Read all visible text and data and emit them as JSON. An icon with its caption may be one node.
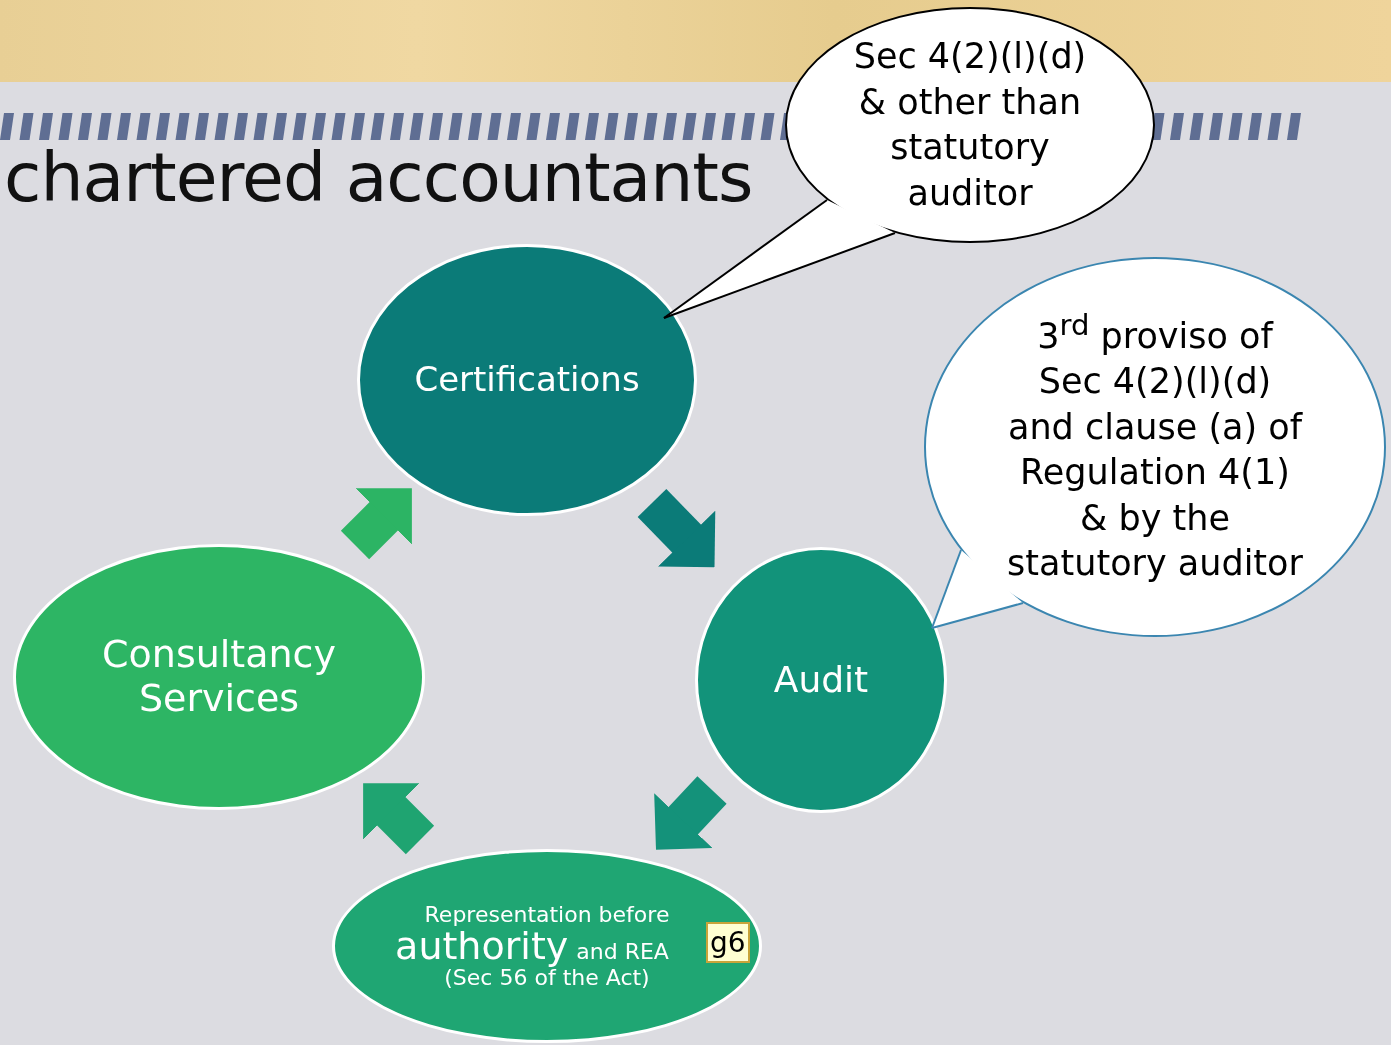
{
  "diagram": {
    "title": "chartered accountants",
    "nodes": [
      {
        "text": [
          "Certifications"
        ]
      },
      {
        "text": [
          "Audit"
        ]
      },
      {
        "text": [
          "Representation before",
          "authority",
          "and REA",
          "(Sec 56 of the Act)"
        ]
      },
      {
        "text": [
          "Consultancy Services"
        ]
      },
      {
        "text": [
          "Sec 4(2)(l)(d) & other than statutory auditor"
        ]
      },
      {
        "text": [
          "3$^{rd}$ proviso of Sec 4(2)(l)(d) and clause (a) of Regulation 4(1) & by the statutory auditor"
        ]
      }
    ],
    "edges": [
      {
        "from": 0,
        "to": 1,
        "arrow": "to",
        "color": "#0b7b78"
      },
      {
        "from": 1,
        "to": 2,
        "arrow": "to",
        "color": "#14927a"
      },
      {
        "from": 2,
        "to": 3,
        "arrow": "to",
        "color": "#1fa471"
      },
      {
        "from": 3,
        "to": 0,
        "arrow": "to",
        "color": "#2cb464"
      },
      {
        "from": 4,
        "to": 0,
        "arrow": "none",
        "color": "#000000"
      },
      {
        "from": 5,
        "to": 1,
        "arrow": "none",
        "color": "#3b86b0"
      }
    ],
    "labels": [
      "g6"
    ]
  }
}
